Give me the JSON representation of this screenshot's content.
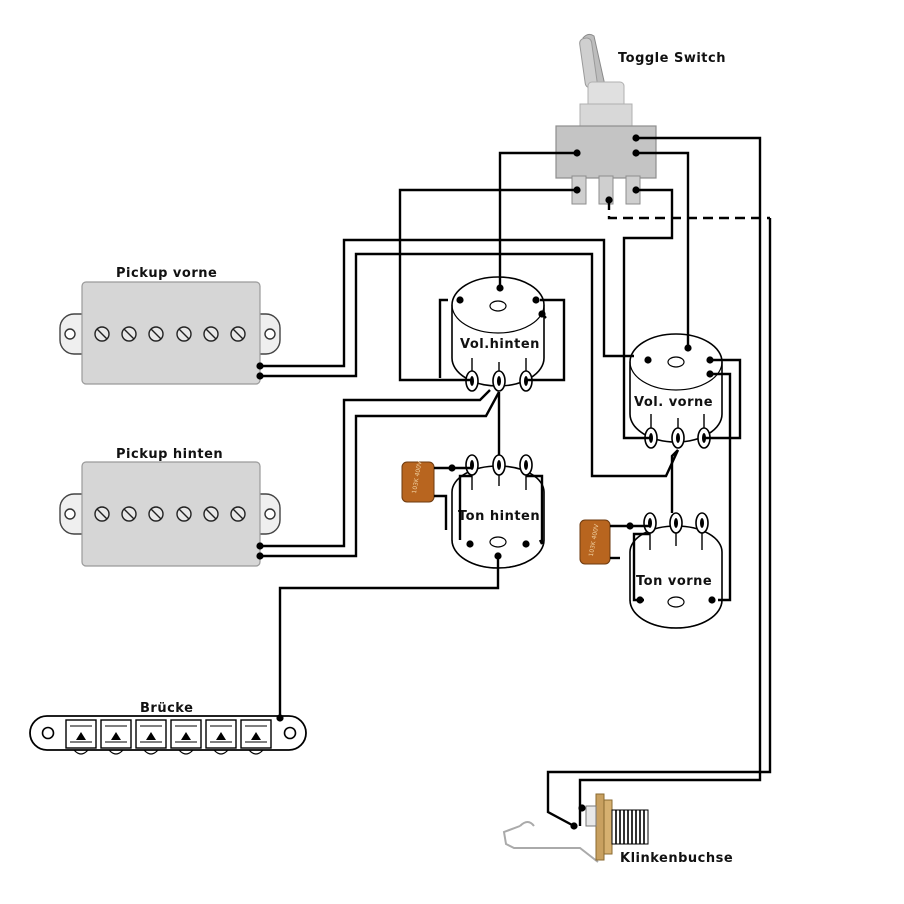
{
  "labels": {
    "toggle_switch": "Toggle Switch",
    "pickup_front": "Pickup vorne",
    "pickup_rear": "Pickup hinten",
    "vol_rear": "Vol.hinten",
    "vol_front": "Vol. vorne",
    "tone_rear": "Ton hinten",
    "tone_front": "Ton vorne",
    "bridge": "Brücke",
    "jack": "Klinkenbuchse"
  },
  "capacitor_marking": "103K 400V",
  "colors": {
    "wire": "#000000",
    "pickup_cover": "#d6d6d6",
    "capacitor": "#b8651f",
    "toggle": "#c8c8c8",
    "jack_brass": "#c8a060"
  }
}
